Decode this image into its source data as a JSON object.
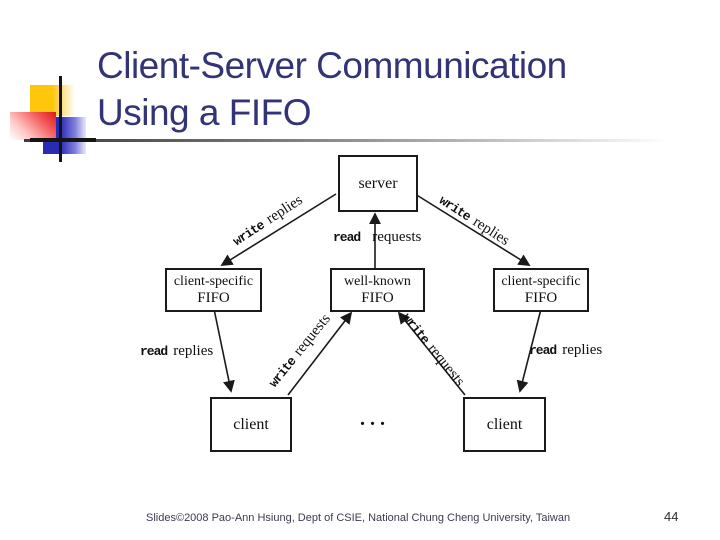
{
  "title": {
    "line1": "Client-Server Communication",
    "line2": "Using a FIFO"
  },
  "diagram": {
    "boxes": {
      "server": {
        "label": "server"
      },
      "left_fifo": {
        "line1": "client-specific",
        "line2": "FIFO"
      },
      "center_fifo": {
        "line1": "well-known",
        "line2": "FIFO"
      },
      "right_fifo": {
        "line1": "client-specific",
        "line2": "FIFO"
      },
      "left_client": {
        "label": "client"
      },
      "right_client": {
        "label": "client"
      }
    },
    "labels": {
      "read_requests": {
        "verb": "read",
        "noun": "requests"
      },
      "write_replies_left": {
        "verb": "write",
        "noun": "replies"
      },
      "write_replies_right": {
        "verb": "write",
        "noun": "replies"
      },
      "write_requests_left": {
        "verb": "write",
        "noun": "requests"
      },
      "write_requests_right": {
        "verb": "write",
        "noun": "requests"
      },
      "read_replies_left": {
        "verb": "read",
        "noun": "replies"
      },
      "read_replies_right": {
        "verb": "read",
        "noun": "replies"
      },
      "ellipsis": "..."
    }
  },
  "footer": {
    "credit": "Slides©2008 Pao-Ann Hsiung, Dept of CSIE, National Chung Cheng University, Taiwan",
    "page_number": "44"
  },
  "colors": {
    "title_text": "#333377",
    "accent_yellow": "#ffc60b",
    "accent_red": "#e02020",
    "accent_blue": "#2a2ab4",
    "diagram_ink": "#1a1a1a"
  }
}
